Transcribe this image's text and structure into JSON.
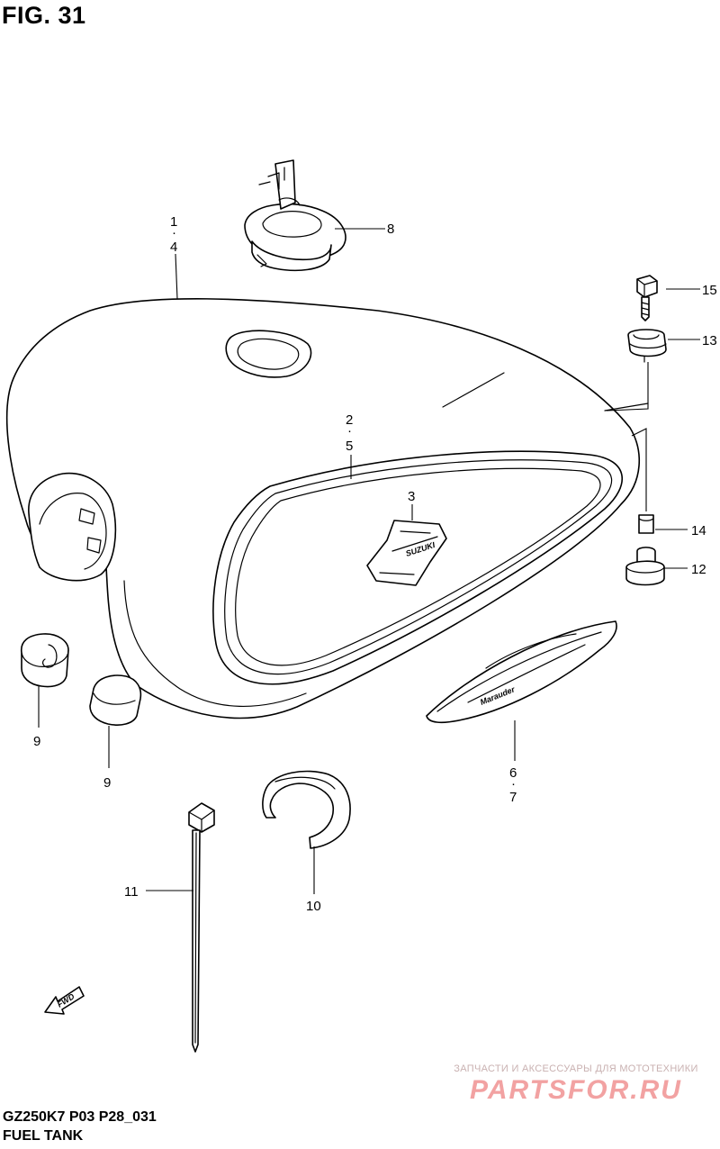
{
  "figure": {
    "title": "FIG. 31",
    "model_code": "GZ250K7 P03 P28_031",
    "section_name": "FUEL TANK"
  },
  "callouts": {
    "c1_4_top": "1",
    "c1_4_mid": "·",
    "c1_4_bot": "4",
    "c2_5_top": "2",
    "c2_5_mid": "·",
    "c2_5_bot": "5",
    "c3": "3",
    "c6_7_top": "6",
    "c6_7_mid": "·",
    "c6_7_bot": "7",
    "c8": "8",
    "c9a": "9",
    "c9b": "9",
    "c10": "10",
    "c11": "11",
    "c12": "12",
    "c13": "13",
    "c14": "14",
    "c15": "15"
  },
  "labels": {
    "fwd": "FWD",
    "emblem_script": "Marauder",
    "badge_text": "SUZUKI"
  },
  "watermark": {
    "tagline": "ЗАПЧАСТИ И АКСЕССУАРЫ ДЛЯ МОТОТЕХНИКИ",
    "brand": "PARTSFOR.RU"
  },
  "colors": {
    "line": "#000000",
    "background": "#ffffff",
    "watermark": "#f2a2a2"
  }
}
